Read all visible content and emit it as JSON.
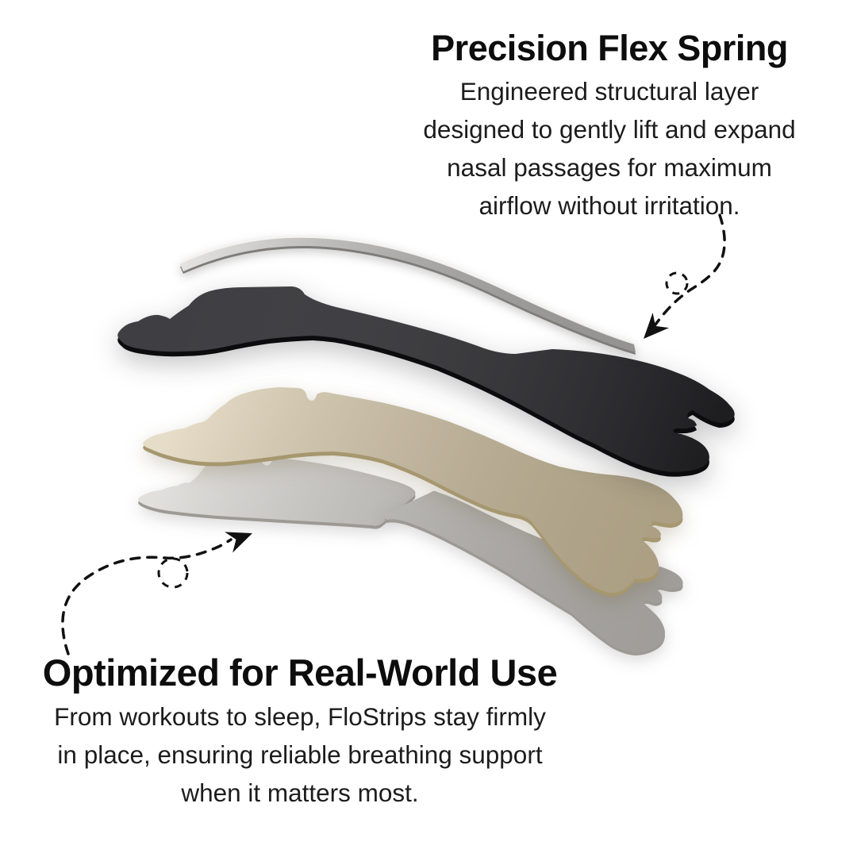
{
  "background_color": "#ffffff",
  "text_color": "#141414",
  "callouts": {
    "top": {
      "title": "Precision Flex Spring",
      "lines": [
        "Engineered structural layer",
        "designed to gently lift and expand",
        "nasal passages for maximum",
        "airflow without irritation."
      ]
    },
    "bottom": {
      "title": "Optimized for Real-World Use",
      "lines": [
        "From workouts to sleep, FloStrips stay firmly",
        "in place, ensuring reliable breathing support",
        "when it matters most."
      ]
    }
  },
  "diagram": {
    "arrow_color": "#111111",
    "layers": {
      "flex_spring": {
        "name": "flex-spring",
        "color": "#c7c5c2"
      },
      "top_layer": {
        "name": "comfort-top-layer",
        "color": "#2a2a2e"
      },
      "skin_layer": {
        "name": "skin-tone-adhesive-layer",
        "color": "#d6c6a4"
      },
      "liner_left": {
        "name": "liner-left-piece",
        "color": "#cdcac5"
      },
      "liner_right": {
        "name": "liner-right-piece",
        "color": "#c8c5c0"
      }
    }
  }
}
